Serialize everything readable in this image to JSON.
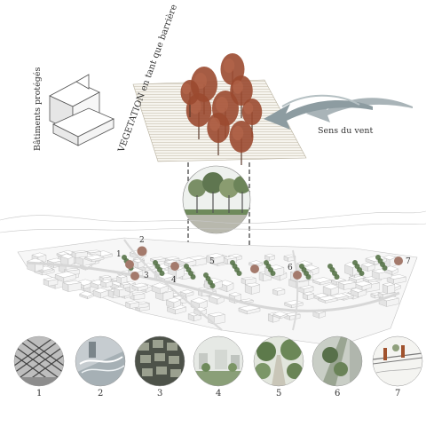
{
  "labels": {
    "protected_buildings": "Bâtiments protégés",
    "vegetation_barrier": "VEGETATION en tant que barrière",
    "wind_direction": "Sens du vent"
  },
  "markers": [
    {
      "id": "1",
      "label": "1"
    },
    {
      "id": "2",
      "label": "2"
    },
    {
      "id": "3",
      "label": "3"
    },
    {
      "id": "4",
      "label": "4"
    },
    {
      "id": "5",
      "label": "5"
    },
    {
      "id": "6",
      "label": "6"
    },
    {
      "id": "7",
      "label": "7"
    }
  ],
  "photos": [
    {
      "id": "1",
      "label": "1",
      "icon": "fence-lattice-photo"
    },
    {
      "id": "2",
      "label": "2",
      "icon": "water-pavement-photo"
    },
    {
      "id": "3",
      "label": "3",
      "icon": "aerial-grid-photo"
    },
    {
      "id": "4",
      "label": "4",
      "icon": "garden-courtyard-photo"
    },
    {
      "id": "5",
      "label": "5",
      "icon": "tree-lined-path-photo"
    },
    {
      "id": "6",
      "label": "6",
      "icon": "planted-street-photo"
    },
    {
      "id": "7",
      "label": "7",
      "icon": "bridge-sketch-photo"
    }
  ],
  "colors": {
    "marker": "#a47a6c",
    "tree_canopy": "#9b4a30",
    "wind_arrow": "#8f9ea3",
    "building": "#f3f3f3",
    "building_edge": "#b9b9b9",
    "line": "#333333"
  }
}
